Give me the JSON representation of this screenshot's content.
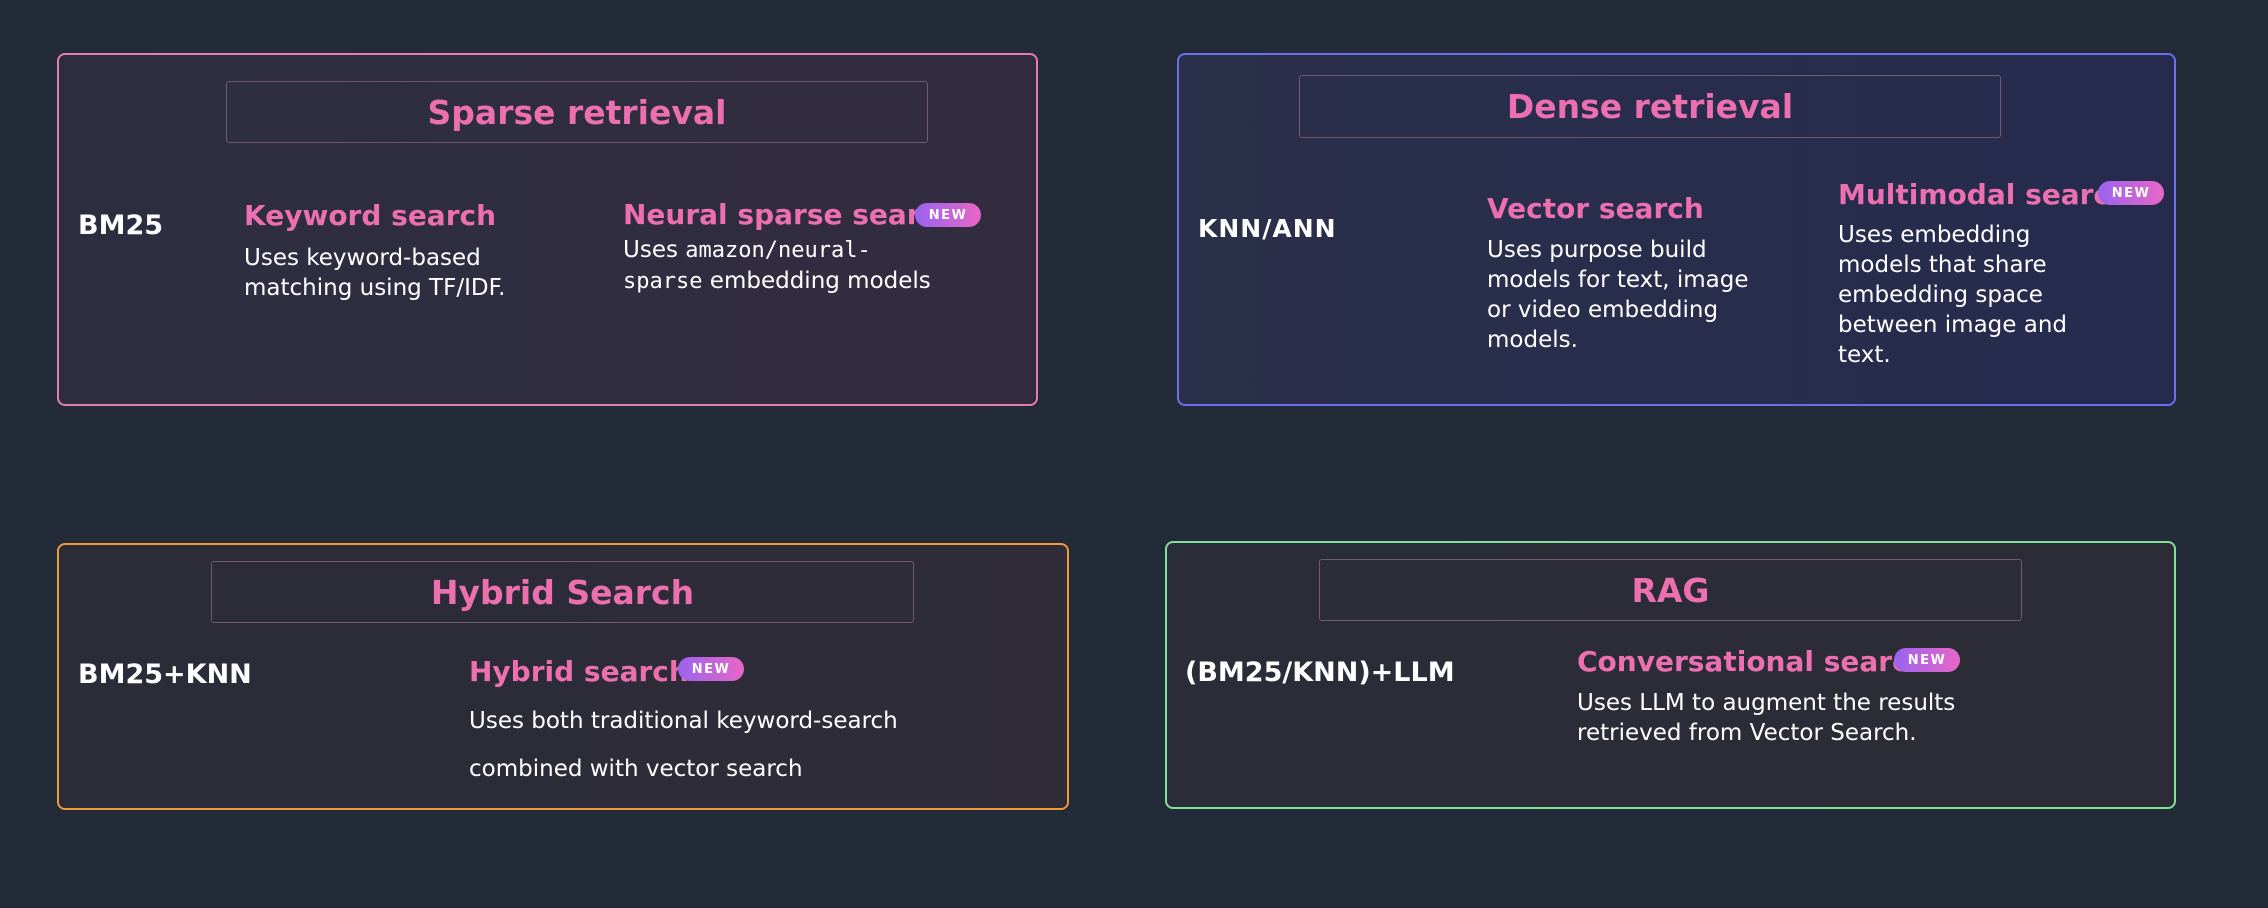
{
  "sparse": {
    "title": "Sparse retrieval",
    "algorithm": "BM25",
    "keyword": {
      "title": "Keyword search",
      "desc": "Uses keyword-based matching using TF/IDF."
    },
    "neural": {
      "title": "Neural sparse search",
      "badge": "NEW",
      "desc_prefix": "Uses ",
      "desc_code_1": "amazon/neural-",
      "desc_code_2": "sparse",
      "desc_suffix": " embedding models"
    }
  },
  "dense": {
    "title": "Dense retrieval",
    "algorithm": "KNN/ANN",
    "vector": {
      "title": "Vector search",
      "desc": "Uses purpose build models for text, image or video  embedding models."
    },
    "multimodal": {
      "title": "Multimodal search",
      "badge": "NEW",
      "desc": "Uses embedding models that share embedding space between image and text."
    }
  },
  "hybrid": {
    "title": "Hybrid Search",
    "algorithm": "BM25+KNN",
    "feature": {
      "title": "Hybrid search",
      "badge": "NEW",
      "desc": "Uses both traditional keyword-search combined with vector search"
    }
  },
  "rag": {
    "title": "RAG",
    "algorithm": "(BM25/KNN)+LLM",
    "feature": {
      "title": "Conversational search",
      "badge": "NEW",
      "desc": "Uses LLM to augment the results retrieved from Vector Search."
    }
  },
  "colors": {
    "background": "#232a38",
    "accent_pink": "#ec6fb0",
    "sparse_border": "#e67bb0",
    "dense_border": "#6c6ef0",
    "hybrid_border": "#ee9a3a",
    "rag_border": "#7fe393"
  }
}
